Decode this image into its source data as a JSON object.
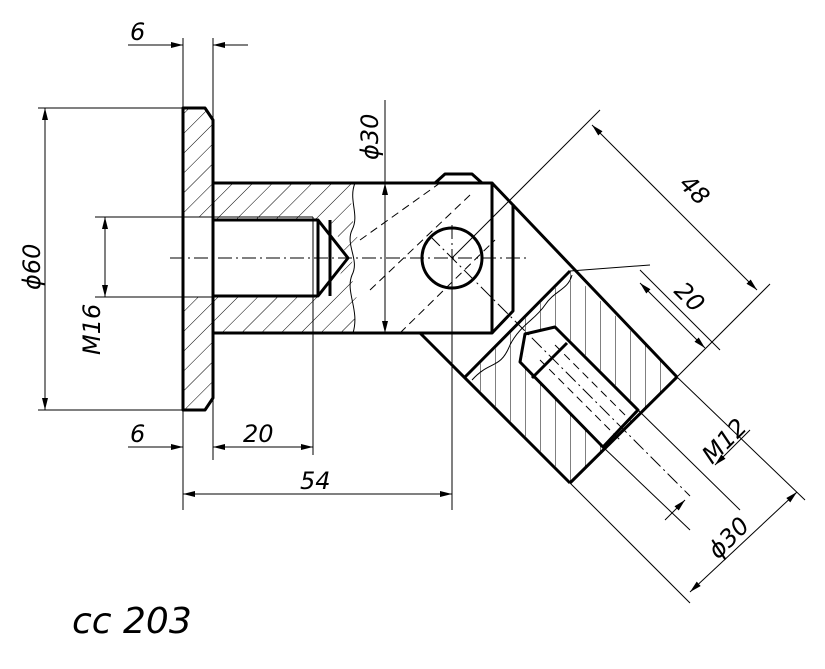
{
  "drawing": {
    "title": "cc 203",
    "dimensions": {
      "flange_thickness_top": "6",
      "flange_diameter": "ϕ60",
      "thread_left": "M16",
      "flange_thickness_bottom": "6",
      "thread_depth_left": "20",
      "overall_length": "54",
      "body_diameter": "ϕ30",
      "arm_length": "48",
      "thread_depth_arm": "20",
      "thread_arm": "M12",
      "arm_diameter": "ϕ30"
    },
    "colors": {
      "line": "#000000",
      "background": "#ffffff"
    }
  }
}
